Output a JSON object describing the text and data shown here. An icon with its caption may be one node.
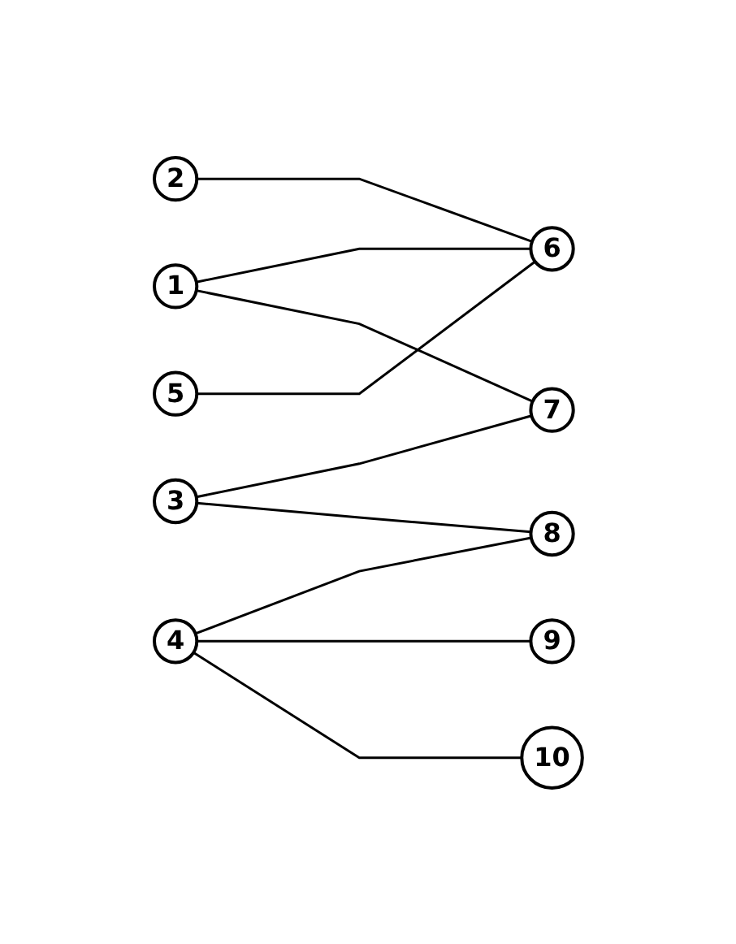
{
  "diagram": {
    "nodes": [
      {
        "text": [
          "1"
        ]
      },
      {
        "text": [
          "2"
        ]
      },
      {
        "text": [
          "3"
        ]
      },
      {
        "text": [
          "4"
        ]
      },
      {
        "text": [
          "5"
        ]
      },
      {
        "text": [
          "6"
        ]
      },
      {
        "text": [
          "7"
        ]
      },
      {
        "text": [
          "8"
        ]
      },
      {
        "text": [
          "9"
        ]
      },
      {
        "text": [
          "10"
        ]
      }
    ],
    "edges": [
      {
        "from": 0,
        "to": 5,
        "arrow": "none"
      },
      {
        "from": 0,
        "to": 6,
        "arrow": "none"
      },
      {
        "from": 1,
        "to": 5,
        "arrow": "none"
      },
      {
        "from": 2,
        "to": 6,
        "arrow": "none"
      },
      {
        "from": 2,
        "to": 7,
        "arrow": "none"
      },
      {
        "from": 3,
        "to": 7,
        "arrow": "none"
      },
      {
        "from": 3,
        "to": 8,
        "arrow": "none"
      },
      {
        "from": 3,
        "to": 9,
        "arrow": "none"
      },
      {
        "from": 4,
        "to": 5,
        "arrow": "none"
      }
    ]
  }
}
